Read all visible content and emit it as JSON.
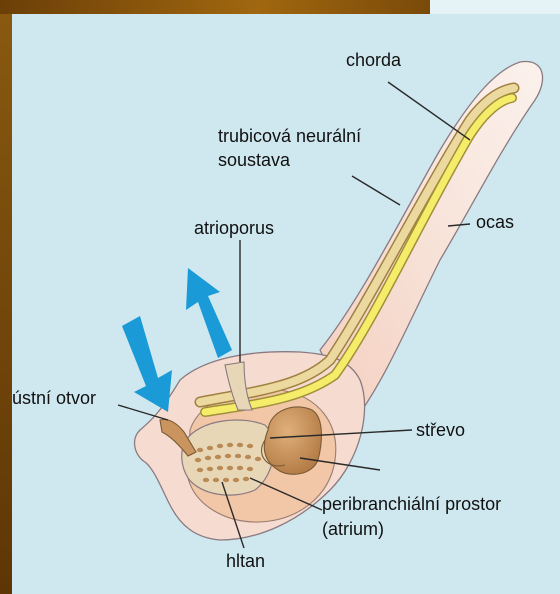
{
  "labels": {
    "chorda": "chorda",
    "neural_1": "trubicová neurální",
    "neural_2": "soustava",
    "ocas": "ocas",
    "atrioporus": "atrioporus",
    "mouth": "ústní otvor",
    "strevo": "střevo",
    "peri_1": "peribranchiální prostor",
    "peri_2": "(atrium)",
    "hltan": "hltan"
  },
  "colors": {
    "background": "#cfe8ef",
    "body": "#f6dcd0",
    "notochord": "#f5ec6a",
    "neural_tube": "#ecd9a0",
    "atrium": "#f2c7a8",
    "intestine": "#c9945e",
    "pharynx": "#e8d7b6",
    "arrow": "#1a9ad6"
  }
}
